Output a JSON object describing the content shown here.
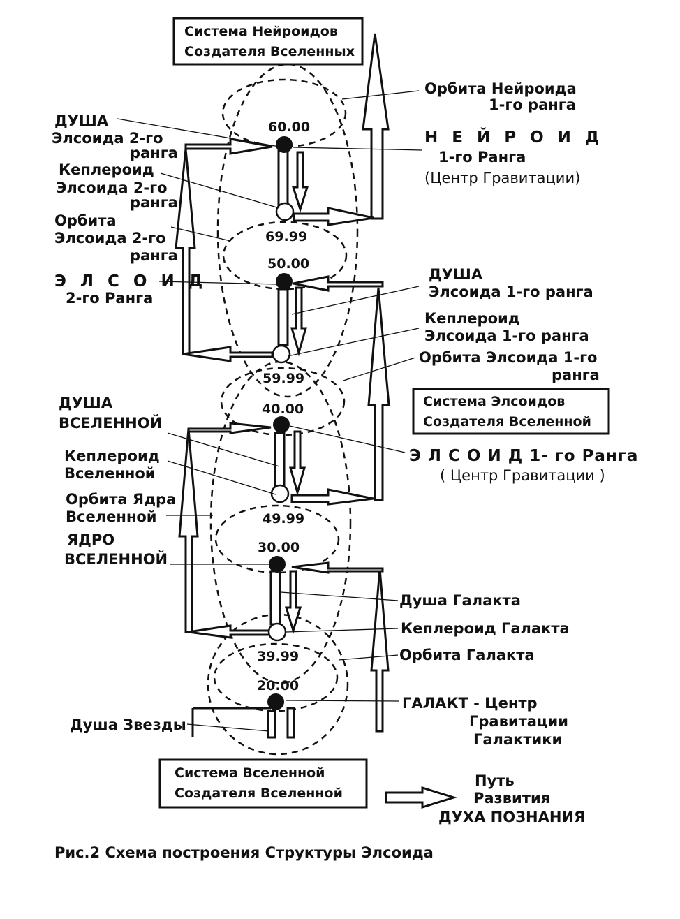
{
  "boxes": {
    "neuroid_system": [
      "Система Нейроидов",
      "Создателя Вселенных"
    ],
    "elsoid_system": [
      "Система Элсоидов",
      "Создателя Вселенной"
    ],
    "universe_system": [
      "Система Вселенной",
      "Создателя Вселенной"
    ]
  },
  "numbers": [
    "60.00",
    "69.99",
    "50.00",
    "59.99",
    "40.00",
    "49.99",
    "30.00",
    "39.99",
    "20.00"
  ],
  "labels": {
    "neuroid_orbit": [
      "Орбита Нейроида",
      "1-го ранга"
    ],
    "soul_elsoid2": [
      "ДУША",
      "Элсоида 2-го",
      "ранга"
    ],
    "neuroid1": [
      "Н Е Й Р О И Д",
      "1-го Ранга",
      "(Центр Гравитации)"
    ],
    "kepleroid_elsoid2": [
      "Кеплероид",
      "Элсоида 2-го",
      "ранга"
    ],
    "orbit_elsoid2": [
      "Орбита",
      "Элсоида  2-го",
      "ранга"
    ],
    "elsoid2": [
      "Э Л С О И Д",
      "2-го Ранга"
    ],
    "soul_elsoid1": [
      "ДУША",
      "Элсоида 1-го ранга"
    ],
    "kepleroid_elsoid1": [
      "Кеплероид",
      "Элсоида 1-го ранга"
    ],
    "orbit_elsoid1": [
      "Орбита Элсоида 1-го",
      "ранга"
    ],
    "soul_universe": [
      "ДУША",
      "ВСЕЛЕННОЙ"
    ],
    "elsoid1": [
      "Э Л С О И Д  1- го Ранга",
      "( Центр Гравитации )"
    ],
    "kepleroid_universe": [
      "Кеплероид",
      "Вселенной"
    ],
    "orbit_core": [
      "Орбита Ядра",
      "Вселенной"
    ],
    "core_universe": [
      "ЯДРО",
      "ВСЕЛЕННОЙ"
    ],
    "soul_galakt": "Душа Галакта",
    "kepleroid_galakt": "Кеплероид Галакта",
    "orbit_galakt": "Орбита Галакта",
    "galakt": [
      "ГАЛАКТ - Центр",
      "Гравитации",
      "Галактики"
    ],
    "soul_star": "Душа Звезды"
  },
  "path": [
    "Путь",
    "Развития",
    "ДУХА ПОЗНАНИЯ"
  ],
  "caption": "Рис.2 Схема построения Структуры Элсоида"
}
